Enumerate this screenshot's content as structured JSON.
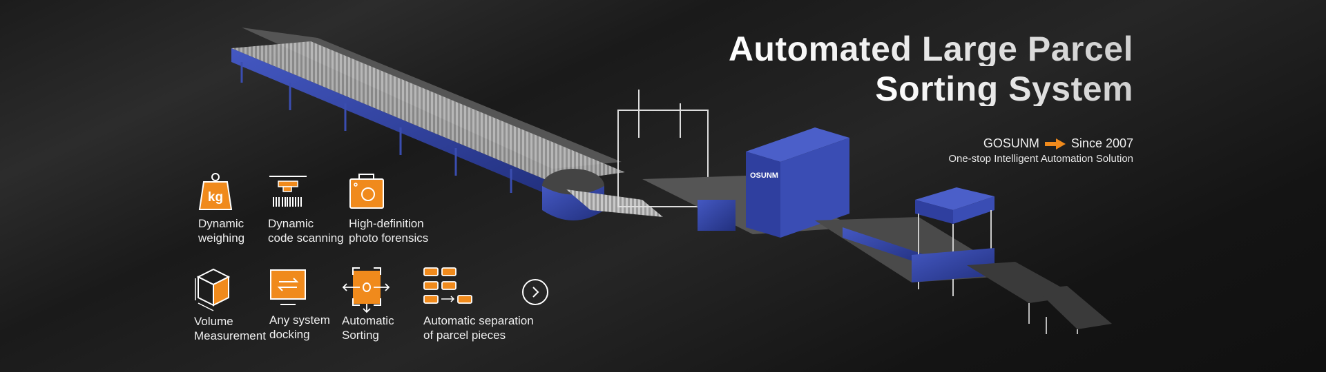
{
  "title": {
    "line1": "Automated Large Parcel",
    "line2": "Sorting System"
  },
  "brand": {
    "name": "GOSUNM",
    "since": "Since 2007",
    "tagline": "One-stop Intelligent Automation Solution",
    "machine_logo": "OSUNM"
  },
  "colors": {
    "accent": "#f08a1c",
    "machine_blue": "#2e3f9e",
    "background": "#1a1a1a"
  },
  "features": [
    {
      "icon": "weight-kg-icon",
      "glyph": "kg",
      "line1": "Dynamic",
      "line2": "weighing"
    },
    {
      "icon": "barcode-scanner-icon",
      "line1": "Dynamic",
      "line2": "code scanning"
    },
    {
      "icon": "camera-icon",
      "line1": "High-definition",
      "line2": "photo forensics"
    },
    {
      "icon": "cube-volume-icon",
      "line1": "Volume",
      "line2": "Measurement"
    },
    {
      "icon": "monitor-exchange-icon",
      "line1": "Any system",
      "line2": "docking"
    },
    {
      "icon": "sorting-arrows-icon",
      "line1": "Automatic",
      "line2": "Sorting"
    },
    {
      "icon": "parcel-separation-icon",
      "line1": "Automatic separation",
      "line2": "of parcel pieces"
    }
  ],
  "next_button": {
    "icon": "chevron-right-icon"
  }
}
